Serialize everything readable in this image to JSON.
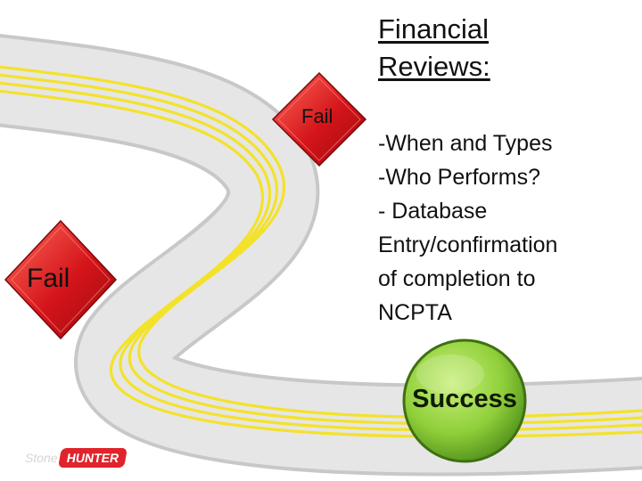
{
  "title": {
    "line1": "Financial",
    "line2": "Reviews:"
  },
  "bullets": [
    "-When and Types",
    "-Who Performs?",
    "- Database",
    "Entry/confirmation",
    "of completion to",
    "NCPTA"
  ],
  "markers": {
    "fail_upper": "Fail",
    "fail_lower": "Fail",
    "success": "Success"
  },
  "logo": {
    "faint_text": "Stone",
    "badge_text": "HUNTER"
  },
  "colors": {
    "road": "#e4e4e4",
    "road_edge": "#c8c8c8",
    "lane_line": "#f3e22a",
    "fail_red": "#d4141a",
    "success_green": "#8fcf3a",
    "logo_red": "#e1232b"
  },
  "icons": [
    "fail-diamond-icon",
    "success-circle-icon"
  ]
}
